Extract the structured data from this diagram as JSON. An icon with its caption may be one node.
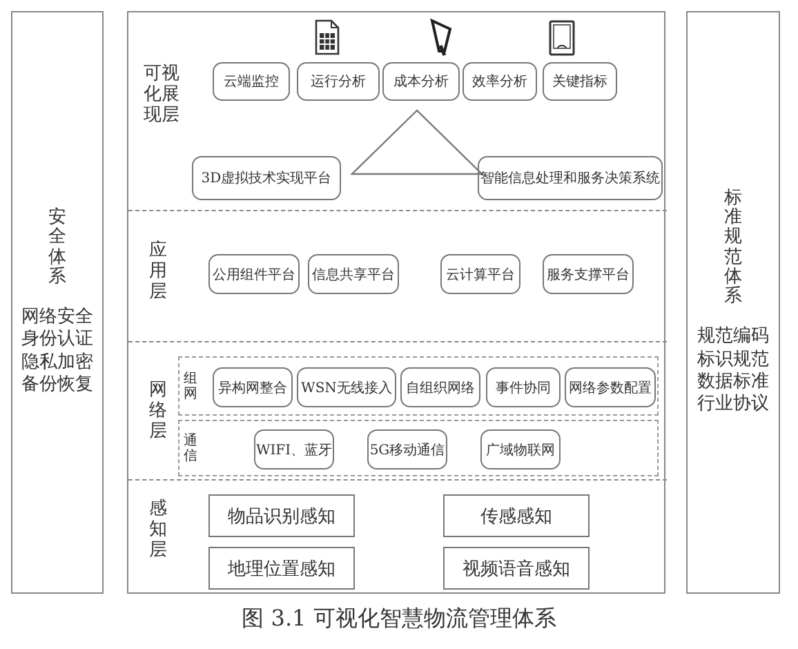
{
  "diagram": {
    "caption": "图 3.1  可视化智慧物流管理体系",
    "nodes": [
      {
        "text": [
          "安全体系",
          "网络安全",
          "身份认证",
          "隐私加密",
          "备份恢复"
        ]
      },
      {
        "text": [],
        "shape": "box"
      },
      {
        "text": [
          "可视化展现层"
        ],
        "in": 1
      },
      {
        "text": [
          "云端监控"
        ],
        "in": 2
      },
      {
        "text": [
          "运行分析"
        ],
        "in": 2
      },
      {
        "text": [
          "成本分析"
        ],
        "in": 2
      },
      {
        "text": [
          "效率分析"
        ],
        "in": 2
      },
      {
        "text": [
          "关键指标"
        ],
        "in": 2
      },
      {
        "text": [],
        "shape": "triangle",
        "in": 2
      },
      {
        "text": [
          "3D虚拟技术实现平台"
        ],
        "in": 2
      },
      {
        "text": [
          "智能信息处理和服务决策系统"
        ],
        "in": 2
      },
      {
        "text": [
          "应用层"
        ],
        "in": 1
      },
      {
        "text": [
          "公用组件平台"
        ],
        "in": 11
      },
      {
        "text": [
          "信息共享平台"
        ],
        "in": 11
      },
      {
        "text": [
          "云计算平台"
        ],
        "in": 11
      },
      {
        "text": [
          "服务支撑平台"
        ],
        "in": 11
      },
      {
        "text": [
          "网络层"
        ],
        "in": 1
      },
      {
        "text": [
          "组网"
        ],
        "in": 16
      },
      {
        "text": [
          "异构网整合"
        ],
        "in": 17
      },
      {
        "text": [
          "WSN无线接入"
        ],
        "in": 17
      },
      {
        "text": [
          "自组织网络"
        ],
        "in": 17
      },
      {
        "text": [
          "事件协同"
        ],
        "in": 17
      },
      {
        "text": [
          "网络参数配置"
        ],
        "in": 17
      },
      {
        "text": [
          "通信"
        ],
        "in": 16
      },
      {
        "text": [
          "WIFI、蓝牙"
        ],
        "in": 23
      },
      {
        "text": [
          "5G移动通信"
        ],
        "in": 23
      },
      {
        "text": [
          "广域物联网"
        ],
        "in": 23
      },
      {
        "text": [
          "感知层"
        ],
        "in": 1
      },
      {
        "text": [
          "物品识别感知"
        ],
        "in": 27
      },
      {
        "text": [
          "传感感知"
        ],
        "in": 27
      },
      {
        "text": [
          "地理位置感知"
        ],
        "in": 27
      },
      {
        "text": [
          "视频语音感知"
        ],
        "in": 27
      },
      {
        "text": [
          "标准规范体系",
          "规范编码",
          "标识规范",
          "数据标准",
          "行业协议"
        ]
      }
    ]
  }
}
